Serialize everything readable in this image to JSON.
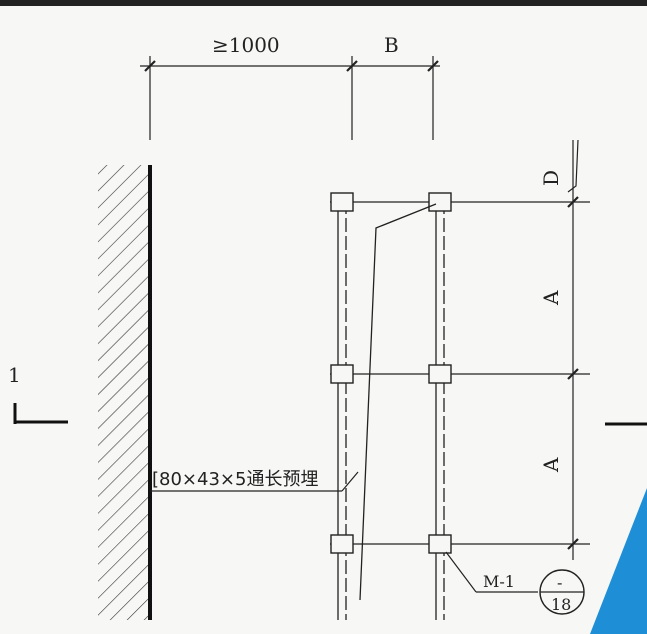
{
  "dimensions": {
    "top_left": "≥1000",
    "top_right": "B",
    "right_upper": "D",
    "right_mid1": "A",
    "right_mid2": "A"
  },
  "section_mark": "1",
  "embed_label": "[80×43×5通长预埋",
  "member_label": "M-1",
  "detail_ref": {
    "top": "-",
    "bottom": "18"
  },
  "colors": {
    "line": "#1a1a1a",
    "accent": "#1e8fd6",
    "background": "#f7f7f5"
  }
}
